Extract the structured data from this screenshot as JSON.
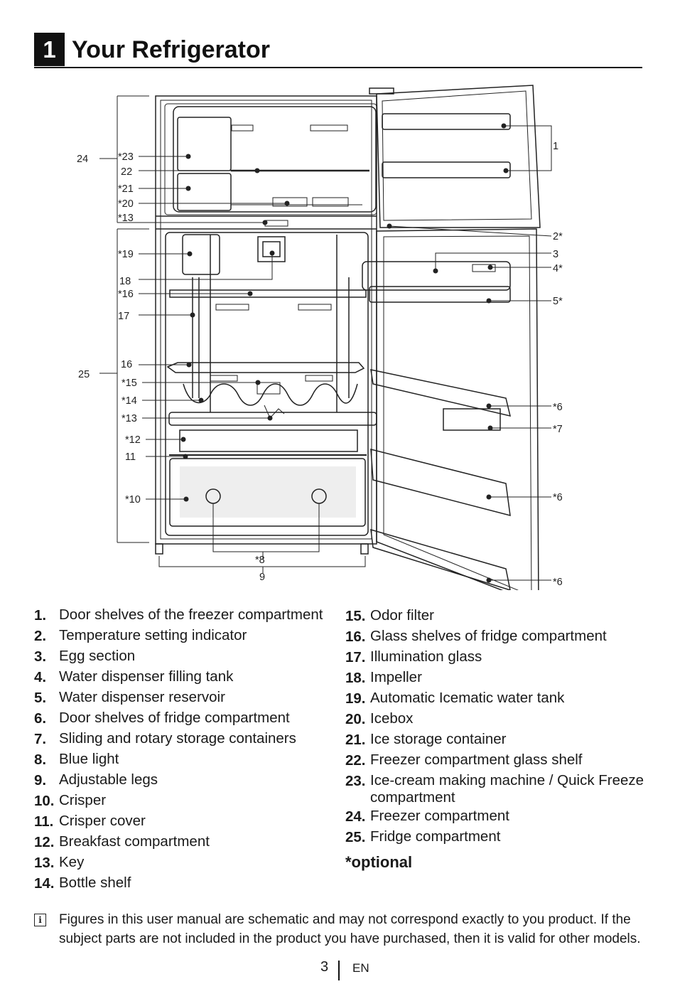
{
  "header": {
    "section_number": "1",
    "title": "Your Refrigerator"
  },
  "diagram": {
    "callouts_left": [
      "24",
      "*23",
      "22",
      "*21",
      "*20",
      "*13",
      "*19",
      "18",
      "*16",
      "17",
      "25",
      "16",
      "*15",
      "*14",
      "*13",
      "*12",
      "11",
      "*10"
    ],
    "callouts_right": [
      "1",
      "2*",
      "3",
      "4*",
      "5*",
      "*6",
      "*7",
      "*6",
      "*6"
    ],
    "callouts_bottom": [
      "*8",
      "9"
    ]
  },
  "legend_left": [
    {
      "num": "1.",
      "text": "Door shelves of the freezer compartment"
    },
    {
      "num": "2.",
      "text": "Temperature setting indicator"
    },
    {
      "num": "3.",
      "text": "Egg section"
    },
    {
      "num": "4.",
      "text": "Water dispenser filling tank"
    },
    {
      "num": "5.",
      "text": "Water dispenser reservoir"
    },
    {
      "num": "6.",
      "text": "Door shelves of fridge compartment"
    },
    {
      "num": "7.",
      "text": "Sliding and rotary storage containers"
    },
    {
      "num": "8.",
      "text": "Blue light"
    },
    {
      "num": "9.",
      "text": "Adjustable legs"
    },
    {
      "num": "10.",
      "text": "Crisper"
    },
    {
      "num": "11.",
      "text": "Crisper cover"
    },
    {
      "num": "12.",
      "text": "Breakfast compartment"
    },
    {
      "num": "13.",
      "text": "Key"
    },
    {
      "num": "14.",
      "text": "Bottle shelf"
    }
  ],
  "legend_right": [
    {
      "num": "15.",
      "text": "Odor filter"
    },
    {
      "num": "16.",
      "text": "Glass shelves of fridge compartment"
    },
    {
      "num": "17.",
      "text": "Illumination glass"
    },
    {
      "num": "18.",
      "text": "Impeller"
    },
    {
      "num": "19.",
      "text": "Automatic Icematic water tank"
    },
    {
      "num": "20.",
      "text": "Icebox"
    },
    {
      "num": "21.",
      "text": "Ice storage container"
    },
    {
      "num": "22.",
      "text": "Freezer compartment glass shelf"
    },
    {
      "num": "23.",
      "text": "Ice-cream making machine / Quick Freeze compartment"
    },
    {
      "num": "24.",
      "text": "Freezer compartment"
    },
    {
      "num": "25.",
      "text": "Fridge compartment"
    }
  ],
  "optional_note": "*optional",
  "info_note": "Figures in this user manual are schematic and may not correspond exactly to you product. If the subject parts are not included in the product you have purchased, then it is valid for other models.",
  "footer": {
    "page_number": "3",
    "language": "EN"
  }
}
